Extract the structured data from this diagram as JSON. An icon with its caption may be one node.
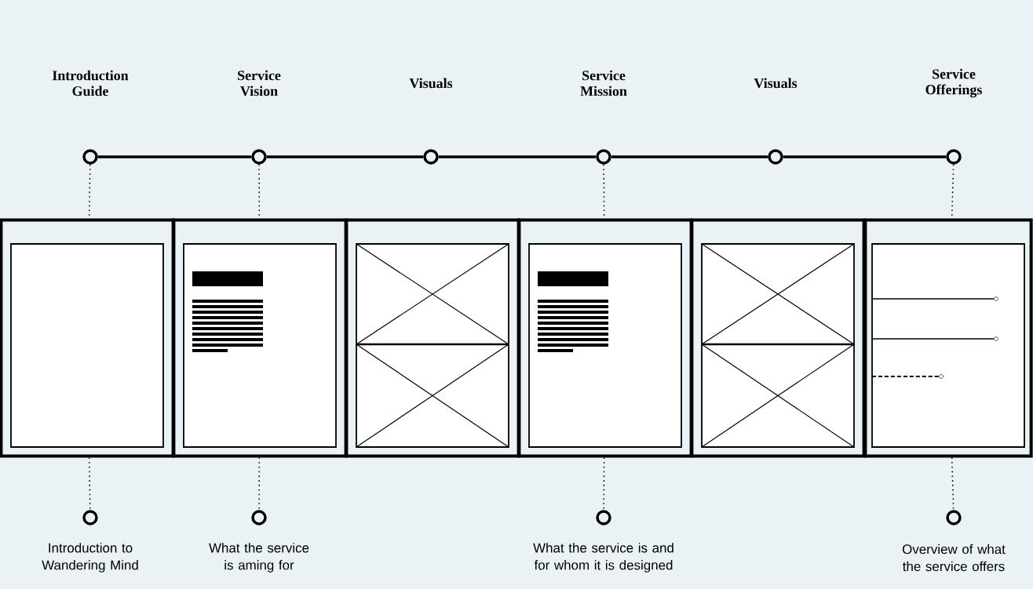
{
  "diagram": {
    "nodes": [
      {
        "text": [],
        "shape": "circle"
      },
      {
        "text": [],
        "shape": "circle"
      },
      {
        "text": [],
        "shape": "circle"
      },
      {
        "text": [],
        "shape": "circle"
      },
      {
        "text": [],
        "shape": "circle"
      },
      {
        "text": [],
        "shape": "circle"
      },
      {
        "text": [],
        "shape": "box"
      },
      {
        "text": [],
        "shape": "box"
      },
      {
        "text": [],
        "shape": "box"
      },
      {
        "text": [],
        "shape": "box"
      },
      {
        "text": [],
        "shape": "box"
      },
      {
        "text": [],
        "shape": "box"
      },
      {
        "text": [],
        "shape": "circle",
        "beside": [
          "Introduction to Wandering Mind"
        ]
      },
      {
        "text": [],
        "shape": "circle",
        "beside": [
          "What the service is aming for"
        ]
      },
      {
        "text": [],
        "shape": "circle",
        "beside": [
          "What the service is and for whom it is designed"
        ]
      },
      {
        "text": [],
        "shape": "circle",
        "beside": [
          "Overview of what the service offers"
        ]
      }
    ],
    "edges": [
      {
        "from": 0,
        "to": 1,
        "arrow": "none"
      },
      {
        "from": 1,
        "to": 2,
        "arrow": "none"
      },
      {
        "from": 2,
        "to": 3,
        "arrow": "none"
      },
      {
        "from": 3,
        "to": 4,
        "arrow": "none"
      },
      {
        "from": 4,
        "to": 5,
        "arrow": "none"
      },
      {
        "from": 0,
        "to": 6,
        "arrow": "none",
        "style": "dashed"
      },
      {
        "from": 1,
        "to": 7,
        "arrow": "none",
        "style": "dashed"
      },
      {
        "from": 3,
        "to": 9,
        "arrow": "none",
        "style": "dashed"
      },
      {
        "from": 5,
        "to": 11,
        "arrow": "none",
        "style": "dashed"
      },
      {
        "from": 6,
        "to": 12,
        "arrow": "none",
        "style": "dashed"
      },
      {
        "from": 7,
        "to": 13,
        "arrow": "none",
        "style": "dashed"
      },
      {
        "from": 9,
        "to": 14,
        "arrow": "none",
        "style": "dashed"
      },
      {
        "from": 11,
        "to": 15,
        "arrow": "none",
        "style": "dashed"
      }
    ],
    "labels": [
      "Introduction Guide",
      "Service Vision",
      "Visuals",
      "Service Mission",
      "Visuals",
      "Service Offerings"
    ]
  }
}
